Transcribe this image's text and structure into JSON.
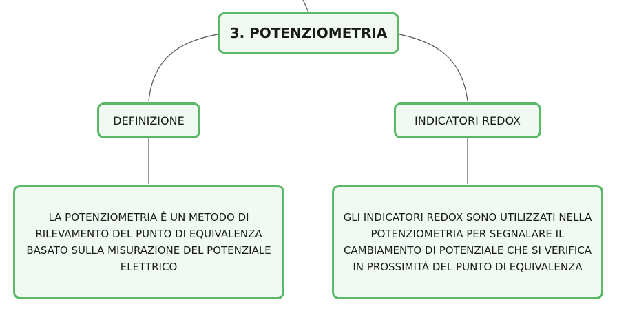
{
  "nodes": {
    "root": {
      "label": "3. POTENZIOMETRIA"
    },
    "definizione": {
      "label": "DEFINIZIONE"
    },
    "indicatori": {
      "label": "INDICATORI REDOX"
    },
    "definizione_text": {
      "text": "LA POTENZIOMETRIA È UN METODO DI RILEVAMENTO DEL PUNTO DI EQUIVALENZA BASATO SULLA MISURAZIONE DEL POTENZIALE ELETTRICO"
    },
    "indicatori_text": {
      "text": "GLI INDICATORI REDOX SONO UTILIZZATI NELLA POTENZIOMETRIA PER SEGNALARE IL CAMBIAMENTO DI POTENZIALE CHE SI VERIFICA IN PROSSIMITÀ DEL PUNTO DI EQUIVALENZA"
    }
  },
  "colors": {
    "node_border": "#5ab866",
    "node_fill": "#f1faf2",
    "connector": "#555555"
  }
}
